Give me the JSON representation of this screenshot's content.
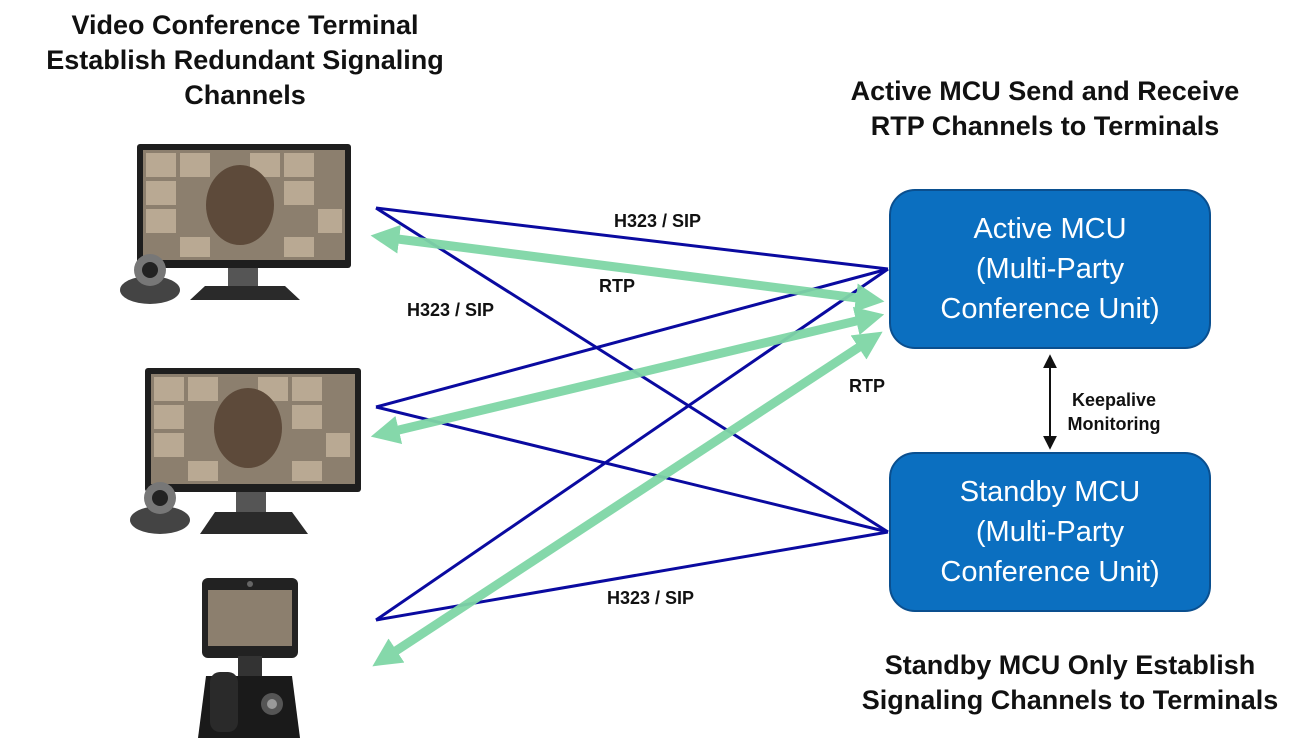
{
  "captions": {
    "terminals": "Video Conference Terminal\nEstablish Redundant Signaling\nChannels",
    "active": "Active MCU Send and Receive\nRTP Channels to Terminals",
    "standby": "Standby MCU Only Establish\nSignaling Channels to Terminals"
  },
  "nodes": {
    "active_mcu": "Active MCU\n(Multi-Party\nConference Unit)",
    "standby_mcu": "Standby MCU\n(Multi-Party\nConference Unit)"
  },
  "links": {
    "signaling_top": "H323 / SIP",
    "signaling_mid": "H323 / SIP",
    "signaling_bottom": "H323 / SIP",
    "rtp_top": "RTP",
    "rtp_right": "RTP",
    "keepalive": "Keepalive\nMonitoring"
  },
  "colors": {
    "mcu_fill": "#0b6fc0",
    "signaling_line": "#0a0aa0",
    "rtp_line": "#7fd6a6"
  }
}
